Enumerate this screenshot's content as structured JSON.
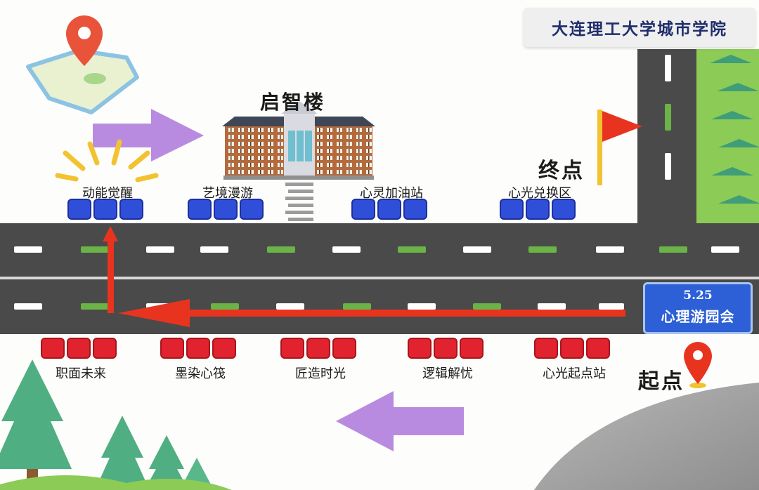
{
  "school_name": "大连理工大学城市学院",
  "building_name": "启智楼",
  "end_label": "终点",
  "start_label": "起点",
  "event": {
    "date": "5.25",
    "name": "心理游园会"
  },
  "top_booths": [
    {
      "label": "动能觉醒",
      "color": "blue"
    },
    {
      "label": "艺境漫游",
      "color": "blue"
    },
    {
      "label": "心灵加油站",
      "color": "blue"
    },
    {
      "label": "心光兑换区",
      "color": "blue"
    }
  ],
  "bottom_booths": [
    {
      "label": "职面未来",
      "color": "red"
    },
    {
      "label": "墨染心筏",
      "color": "red"
    },
    {
      "label": "匠造时光",
      "color": "red"
    },
    {
      "label": "逻辑解忧",
      "color": "red"
    },
    {
      "label": "心光起点站",
      "color": "red"
    }
  ],
  "colors": {
    "road": "#4a4a4a",
    "lane_white": "#ffffff",
    "lane_green": "#6bb347",
    "route_arrow": "#e8341f",
    "booth_blue": "#2f4fd8",
    "booth_red": "#e0232e",
    "hint_arrow": "#b98be0",
    "flag": "#e8341f",
    "title_text": "#1f2d6b",
    "event_sign": "#2d5fd6"
  },
  "icons": [
    "map-pin-icon",
    "flag-icon",
    "tree-icon",
    "building-icon",
    "direction-arrow-icon",
    "burst-icon"
  ]
}
